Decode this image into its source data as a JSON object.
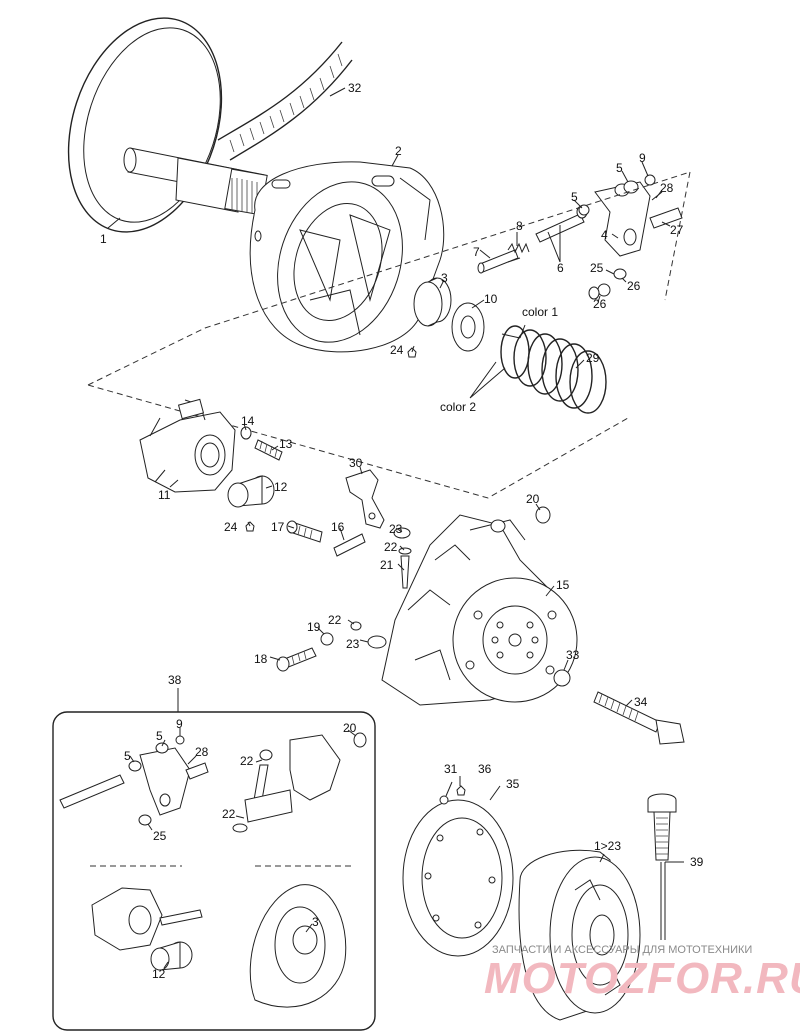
{
  "parts": {
    "p1": "1",
    "p2": "2",
    "p3": "3",
    "p4": "4",
    "p5a": "5",
    "p5b": "5",
    "p6": "6",
    "p7": "7",
    "p8": "8",
    "p9": "9",
    "p10": "10",
    "p11": "11",
    "p12": "12",
    "p13": "13",
    "p14": "14",
    "p15": "15",
    "p16": "16",
    "p17": "17",
    "p18": "18",
    "p19": "19",
    "p20": "20",
    "p21": "21",
    "p22a": "22",
    "p22b": "22",
    "p23a": "23",
    "p23b": "23",
    "p24a": "24",
    "p24b": "24",
    "p25": "25",
    "p26a": "26",
    "p26b": "26",
    "p27": "27",
    "p28": "28",
    "p29": "29",
    "p30": "30",
    "p31": "31",
    "p32": "32",
    "p33": "33",
    "p34": "34",
    "p35": "35",
    "p36": "36",
    "p38": "38",
    "p39": "39",
    "p1to23": "1>23"
  },
  "inset": {
    "p5a": "5",
    "p5b": "5",
    "p9": "9",
    "p28": "28",
    "p25": "25",
    "p20": "20",
    "p22a": "22",
    "p22b": "22",
    "p3": "3",
    "p12": "12"
  },
  "colors": {
    "color1": "color 1",
    "color2": "color 2"
  },
  "watermark": {
    "top_text": "ЗАПЧАСТИ И АКСЕССУАРЫ ДЛЯ МОТОТЕХНИКИ",
    "brand": "MOTOZFOR.RU"
  }
}
